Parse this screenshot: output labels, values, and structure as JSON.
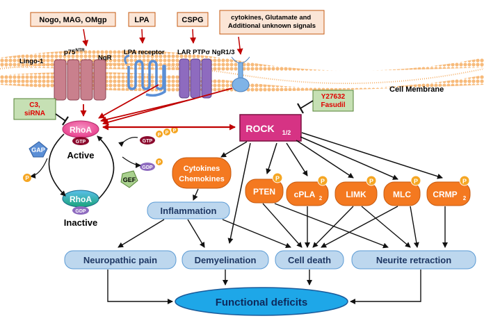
{
  "ligands": {
    "nogo": "Nogo, MAG, OMgp",
    "lpa": "LPA",
    "cspg": "CSPG",
    "cytokines": "cytokines, Glutamate and Additional unknown signals"
  },
  "receptors": {
    "lingo": "Lingo-1",
    "p75": "p75",
    "p75_sup": "NTR",
    "ngr": "NgR",
    "lpa_receptor": "LPA receptor",
    "lar": "LAR PTPσ NgR1/3"
  },
  "membrane_label": "Cell Membrane",
  "inhibitors": {
    "c3_line1": "C3,",
    "c3_line2": "siRNA",
    "y_line1": "Y27632",
    "y_line2": "Fasudil"
  },
  "rhoa": {
    "label": "RhoA",
    "active": "Active",
    "inactive": "Inactive",
    "gtp": "GTP",
    "gdp": "GDP",
    "gap": "GAP",
    "gef": "GEF",
    "p": "P"
  },
  "rock": {
    "label": "ROCK",
    "sub": "1/2"
  },
  "cytokines_node": {
    "line1": "Cytokines",
    "line2": "Chemokines"
  },
  "targets": {
    "pten": "PTEN",
    "cpla2": "cPLA",
    "cpla2_sub": "2",
    "limk": "LIMK",
    "mlc": "MLC",
    "crmp2": "CRMP",
    "crmp2_sub": "2"
  },
  "inflammation": "Inflammation",
  "outcomes": {
    "neuropathic": "Neuropathic pain",
    "demyelination": "Demyelination",
    "cell_death": "Cell death",
    "neurite": "Neurite retraction"
  },
  "functional_deficits": "Functional deficits",
  "colors": {
    "ligand_fill": "#fbe5d6",
    "ligand_stroke": "#c55a11",
    "membrane": "#f6b26b",
    "receptor_pink": "#c9808d",
    "receptor_purple": "#8e6bbf",
    "lpa_receptor": "#5b8fd6",
    "rhoa_active": "#e83e8c",
    "rhoa_inactive": "#3aa0e0",
    "rock": "#d63384",
    "orange_node": "#f47920",
    "blue_node": "#bdd7ee",
    "deficit": "#1ea7e8",
    "inhibitor_fill": "#c6e0b4",
    "inhibitor_text": "#e00000",
    "red_arrow": "#c00000"
  }
}
